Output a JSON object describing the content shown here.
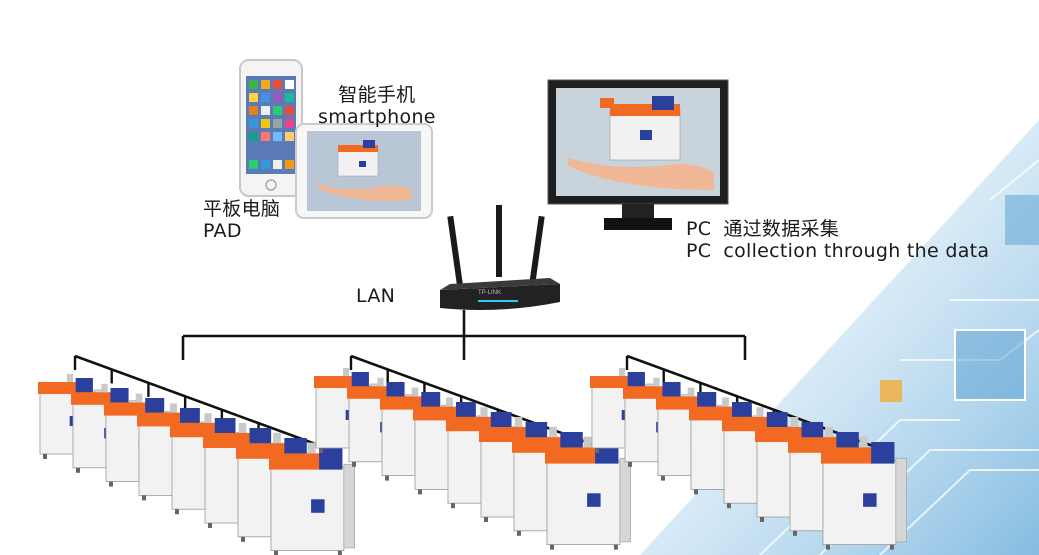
{
  "labels": {
    "smartphone_cn": "智能手机",
    "smartphone_en": "smartphone",
    "pad_cn": "平板电脑",
    "pad_en": "PAD",
    "pc_prefix_1": "PC",
    "pc_cn": "通过数据采集",
    "pc_prefix_2": "PC",
    "pc_en": "collection through the data",
    "lan": "LAN",
    "router_brand": "TP-LINK"
  },
  "colors": {
    "machine_orange": "#f26a21",
    "machine_blue": "#2b3f9c",
    "machine_body": "#f2f2f2",
    "line": "#111111",
    "bg_circuit": "#8ec3e6"
  },
  "diagram": {
    "groups": [
      {
        "name": "machine-group-1",
        "machines": 8
      },
      {
        "name": "machine-group-2",
        "machines": 8
      },
      {
        "name": "machine-group-3",
        "machines": 8
      }
    ]
  }
}
